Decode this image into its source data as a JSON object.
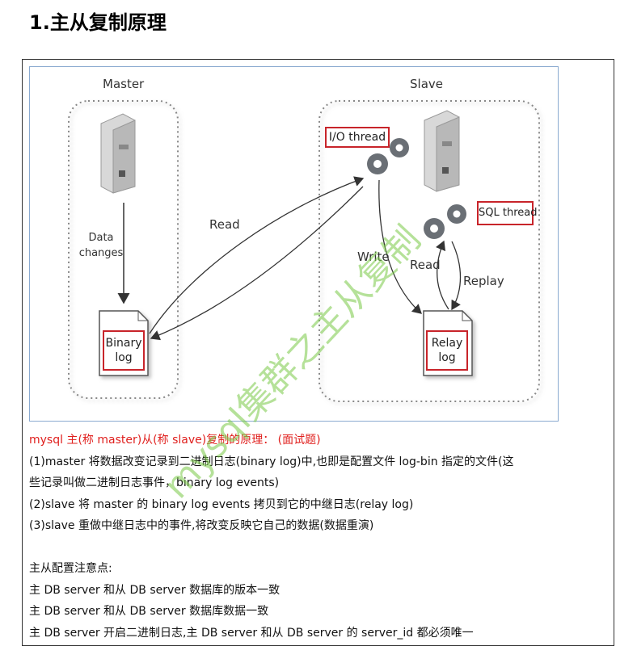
{
  "heading": "1.主从复制原理",
  "diagram": {
    "master_title": "Master",
    "slave_title": "Slave",
    "data_changes": [
      "Data",
      "changes"
    ],
    "binary_log": [
      "Binary",
      "log"
    ],
    "relay_log": [
      "Relay",
      "log"
    ],
    "io_thread": "I/O thread",
    "sql_thread": "SQL thread",
    "read_left": "Read",
    "write": "Write",
    "read_right": "Read",
    "replay": "Replay"
  },
  "text": {
    "title": "mysql 主(称 master)从(称 slave)复制的原理：  (面试题)",
    "line1a": "(1)master 将数据改变记录到二进制日志(binary log)中,也即是配置文件 log-bin 指定的文件(这",
    "line1b": "些记录叫做二进制日志事件，binary log events)",
    "line2": "(2)slave 将 master 的 binary log events 拷贝到它的中继日志(relay log)",
    "line3": "(3)slave 重做中继日志中的事件,将改变反映它自己的数据(数据重演)",
    "notes_title": "主从配置注意点:",
    "note1": "主 DB server 和从 DB server 数据库的版本一致",
    "note2": "主 DB server 和从 DB server 数据库数据一致",
    "note3": "主 DB server 开启二进制日志,主 DB server 和从 DB server 的 server_id 都必须唯一"
  },
  "watermark": "mysql集群之主从复制",
  "colors": {
    "accent_red": "#e0201e",
    "box_red": "#c8242a",
    "watermark_green": "#78c846"
  }
}
